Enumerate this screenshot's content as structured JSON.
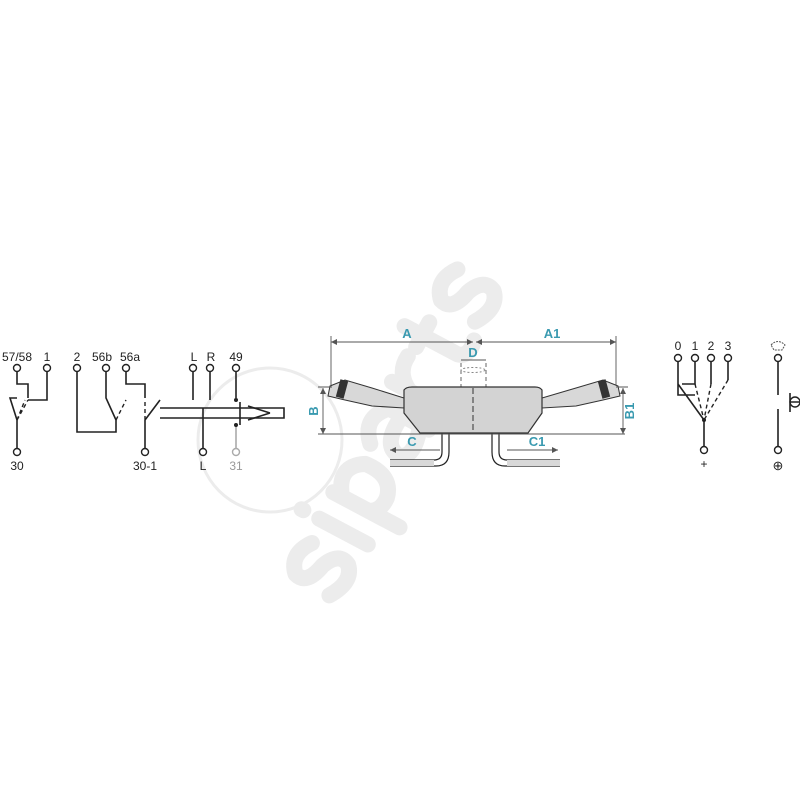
{
  "watermark": {
    "text": "si parts",
    "color": "#e6e6e6"
  },
  "schematic_left": {
    "top_terminals": [
      "57/58",
      "1",
      "2",
      "56b",
      "56a",
      "L",
      "R",
      "49"
    ],
    "bottom_terminals": [
      "30",
      "30-1",
      "L",
      "31"
    ]
  },
  "dimension_drawing": {
    "labels": {
      "a": "A",
      "a1": "A1",
      "b": "B",
      "b1": "B1",
      "c": "C",
      "c1": "C1",
      "d": "D"
    },
    "dimension_color": "#3a9ab0"
  },
  "schematic_wiper": {
    "top_terminals": [
      "0",
      "1",
      "2",
      "3"
    ],
    "bottom_terminal": "+"
  },
  "schematic_horn": {
    "bottom_terminal": "⊕"
  }
}
